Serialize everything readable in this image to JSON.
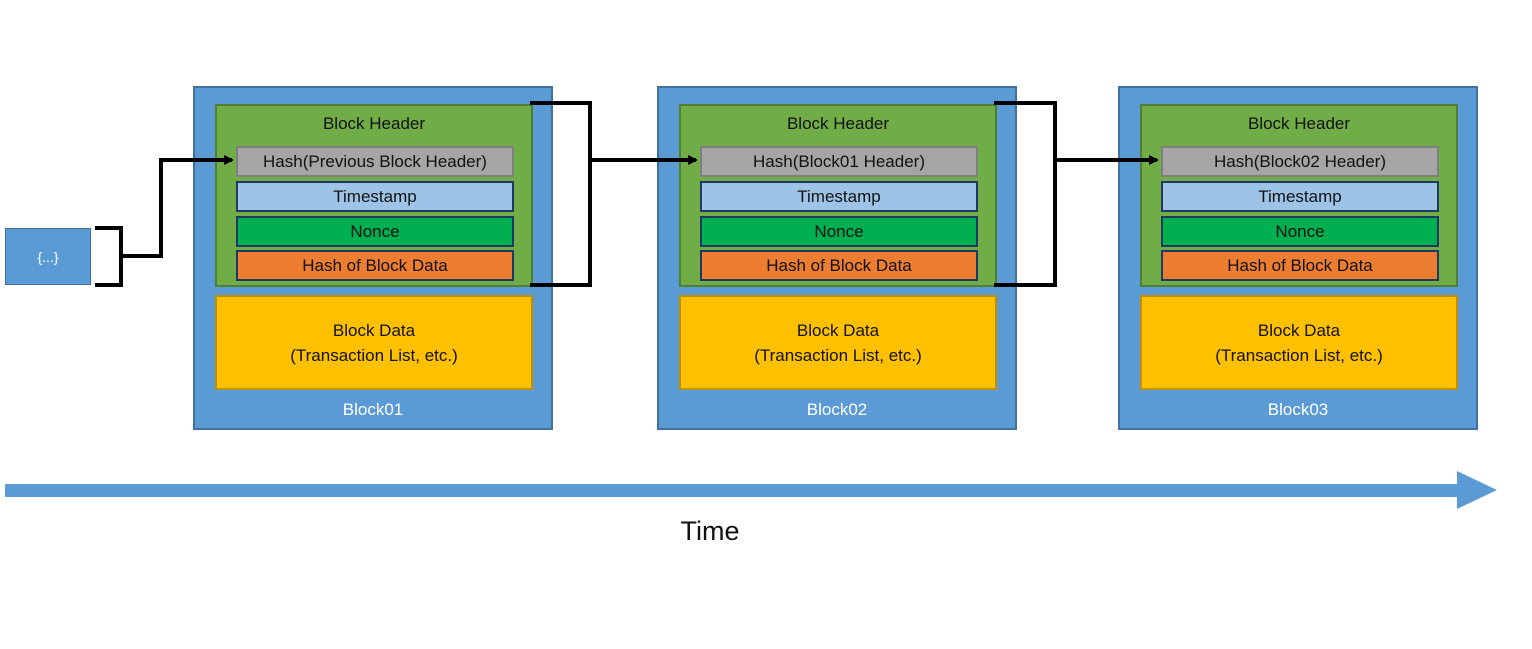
{
  "genesis": {
    "label": "{...}"
  },
  "blocks": [
    {
      "header_title": "Block Header",
      "prev_hash": "Hash(Previous Block Header)",
      "timestamp": "Timestamp",
      "nonce": "Nonce",
      "data_hash": "Hash of Block Data",
      "data_line1": "Block Data",
      "data_line2": "(Transaction List, etc.)",
      "name": "Block01"
    },
    {
      "header_title": "Block Header",
      "prev_hash": "Hash(Block01 Header)",
      "timestamp": "Timestamp",
      "nonce": "Nonce",
      "data_hash": "Hash of Block Data",
      "data_line1": "Block Data",
      "data_line2": "(Transaction List, etc.)",
      "name": "Block02"
    },
    {
      "header_title": "Block Header",
      "prev_hash": "Hash(Block02 Header)",
      "timestamp": "Timestamp",
      "nonce": "Nonce",
      "data_hash": "Hash of Block Data",
      "data_line1": "Block Data",
      "data_line2": "(Transaction List, etc.)",
      "name": "Block03"
    }
  ],
  "timeline": {
    "label": "Time"
  },
  "colors": {
    "block": "#5b9bd5",
    "header": "#70ad47",
    "hash_field": "#a5a5a5",
    "timestamp_field": "#9dc3e6",
    "nonce_field": "#00b050",
    "data_hash_field": "#ed7d31",
    "block_data": "#ffc000",
    "connector": "#000000",
    "time_arrow": "#5b9bd5"
  }
}
